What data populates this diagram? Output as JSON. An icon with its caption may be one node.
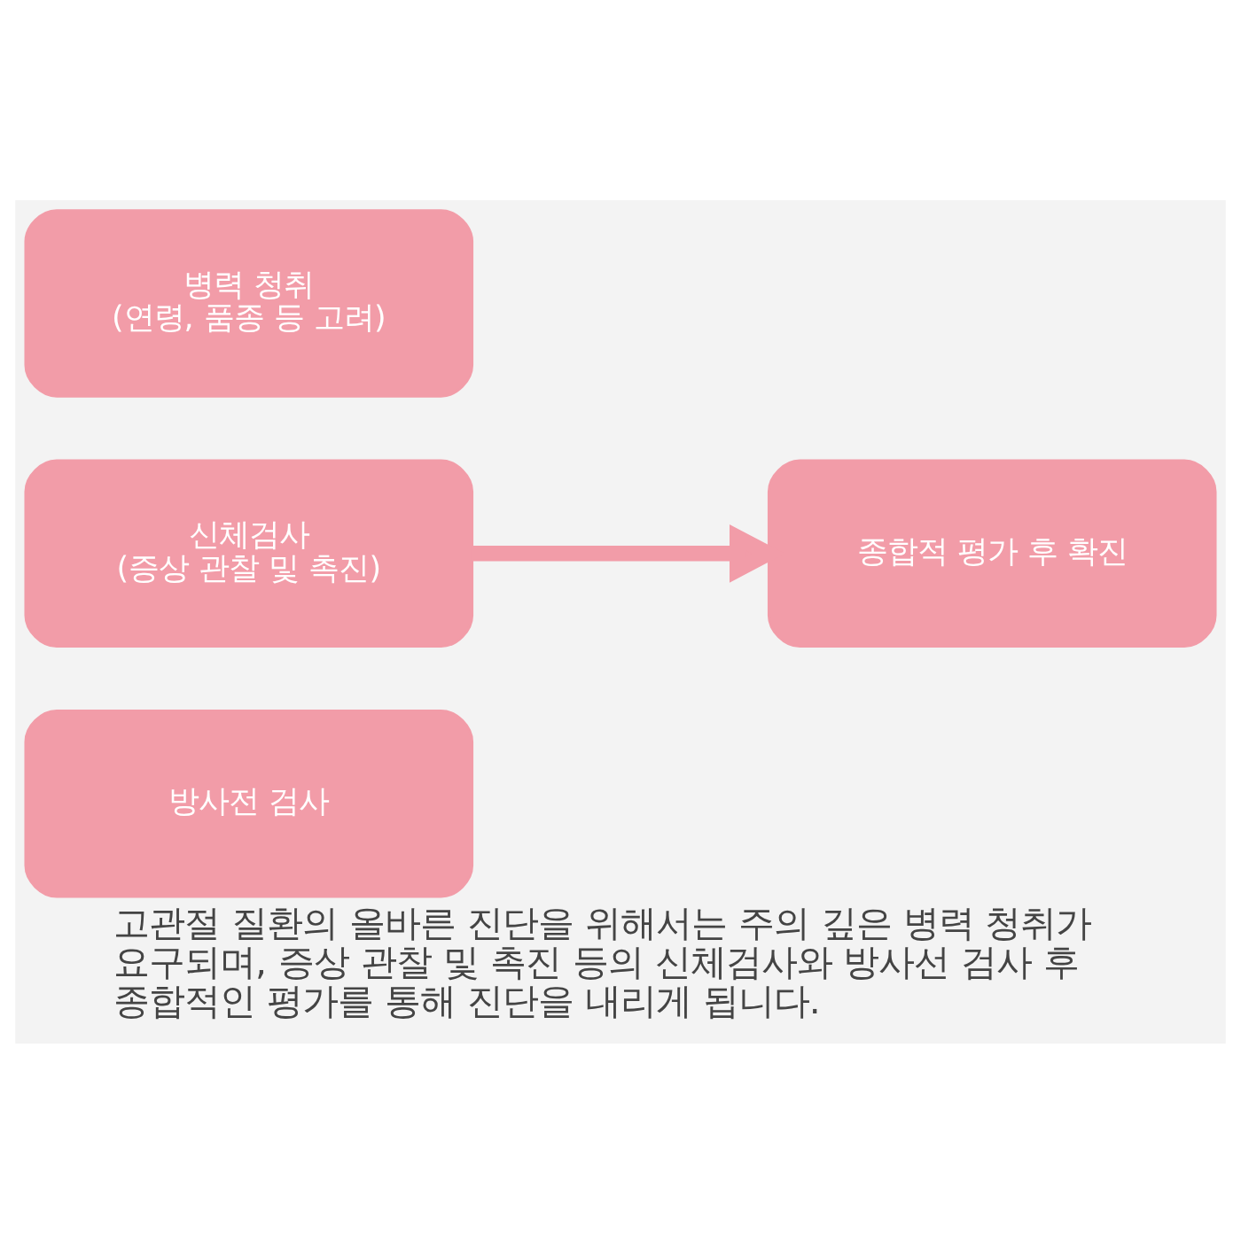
{
  "diagram": {
    "caption": "고관절 질환의 올바른 진단을 위해서는 주의 깊은 병력 청취가 요구되며, 증상 관찰 및 촉진 등의 신체검사와 방사선 검사 후 종합적인 평가를 통해 진단을 내리게 됩니다.",
    "nodes": [
      {
        "text": [
          "병력 청취",
          "(연령, 품종 등 고려)"
        ]
      },
      {
        "text": [
          "신체검사",
          "(증상 관찰 및 촉진)"
        ]
      },
      {
        "text": [
          "방사전 검사"
        ]
      },
      {
        "text": [
          "종합적 평가 후 확진"
        ]
      }
    ],
    "edges": [
      {
        "from": 1,
        "to": 3,
        "arrow": "to"
      }
    ]
  }
}
